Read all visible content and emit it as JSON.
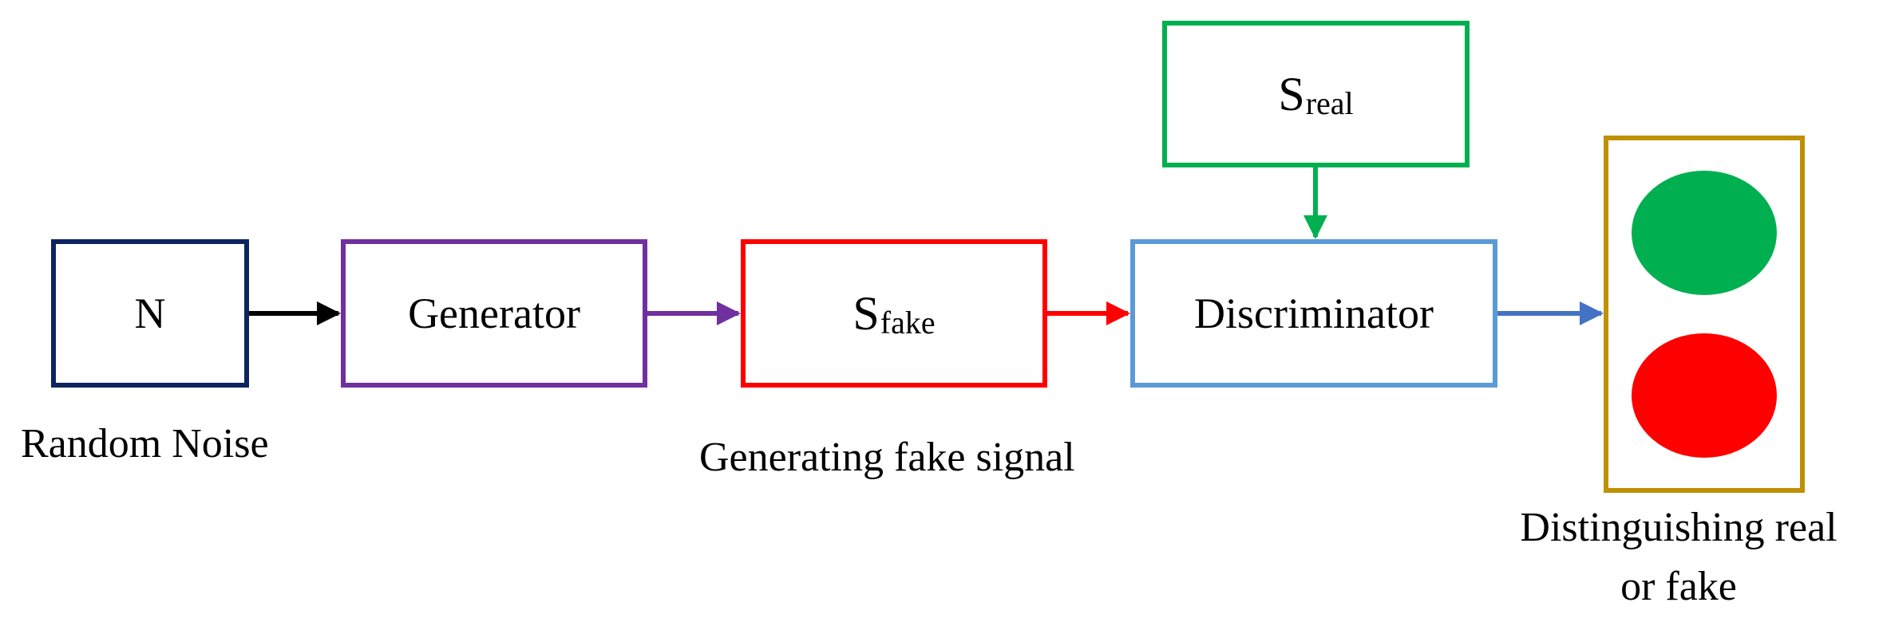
{
  "diagram": {
    "nodes": {
      "noise": {
        "label": "N",
        "color": "#0d2460"
      },
      "generator": {
        "label": "Generator",
        "color": "#7030a0"
      },
      "fake_signal": {
        "label_main": "S",
        "label_sub": "fake",
        "color": "#ff0000"
      },
      "discriminator": {
        "label": "Discriminator",
        "color": "#5b9bd5"
      },
      "real_signal": {
        "label_main": "S",
        "label_sub": "real",
        "color": "#00b050"
      },
      "decision": {
        "color": "#bf9000",
        "indicator_real_color": "#00b050",
        "indicator_fake_color": "#ff0000"
      }
    },
    "captions": {
      "noise": "Random Noise",
      "fake_signal": "Generating fake signal",
      "decision_line1": "Distinguishing real",
      "decision_line2": "or fake"
    },
    "edges": [
      {
        "from": "noise",
        "to": "generator",
        "color": "#000000"
      },
      {
        "from": "generator",
        "to": "fake_signal",
        "color": "#7030a0"
      },
      {
        "from": "fake_signal",
        "to": "discriminator",
        "color": "#ff0000"
      },
      {
        "from": "real_signal",
        "to": "discriminator",
        "color": "#00b050"
      },
      {
        "from": "discriminator",
        "to": "decision",
        "color": "#4472c4"
      }
    ]
  }
}
